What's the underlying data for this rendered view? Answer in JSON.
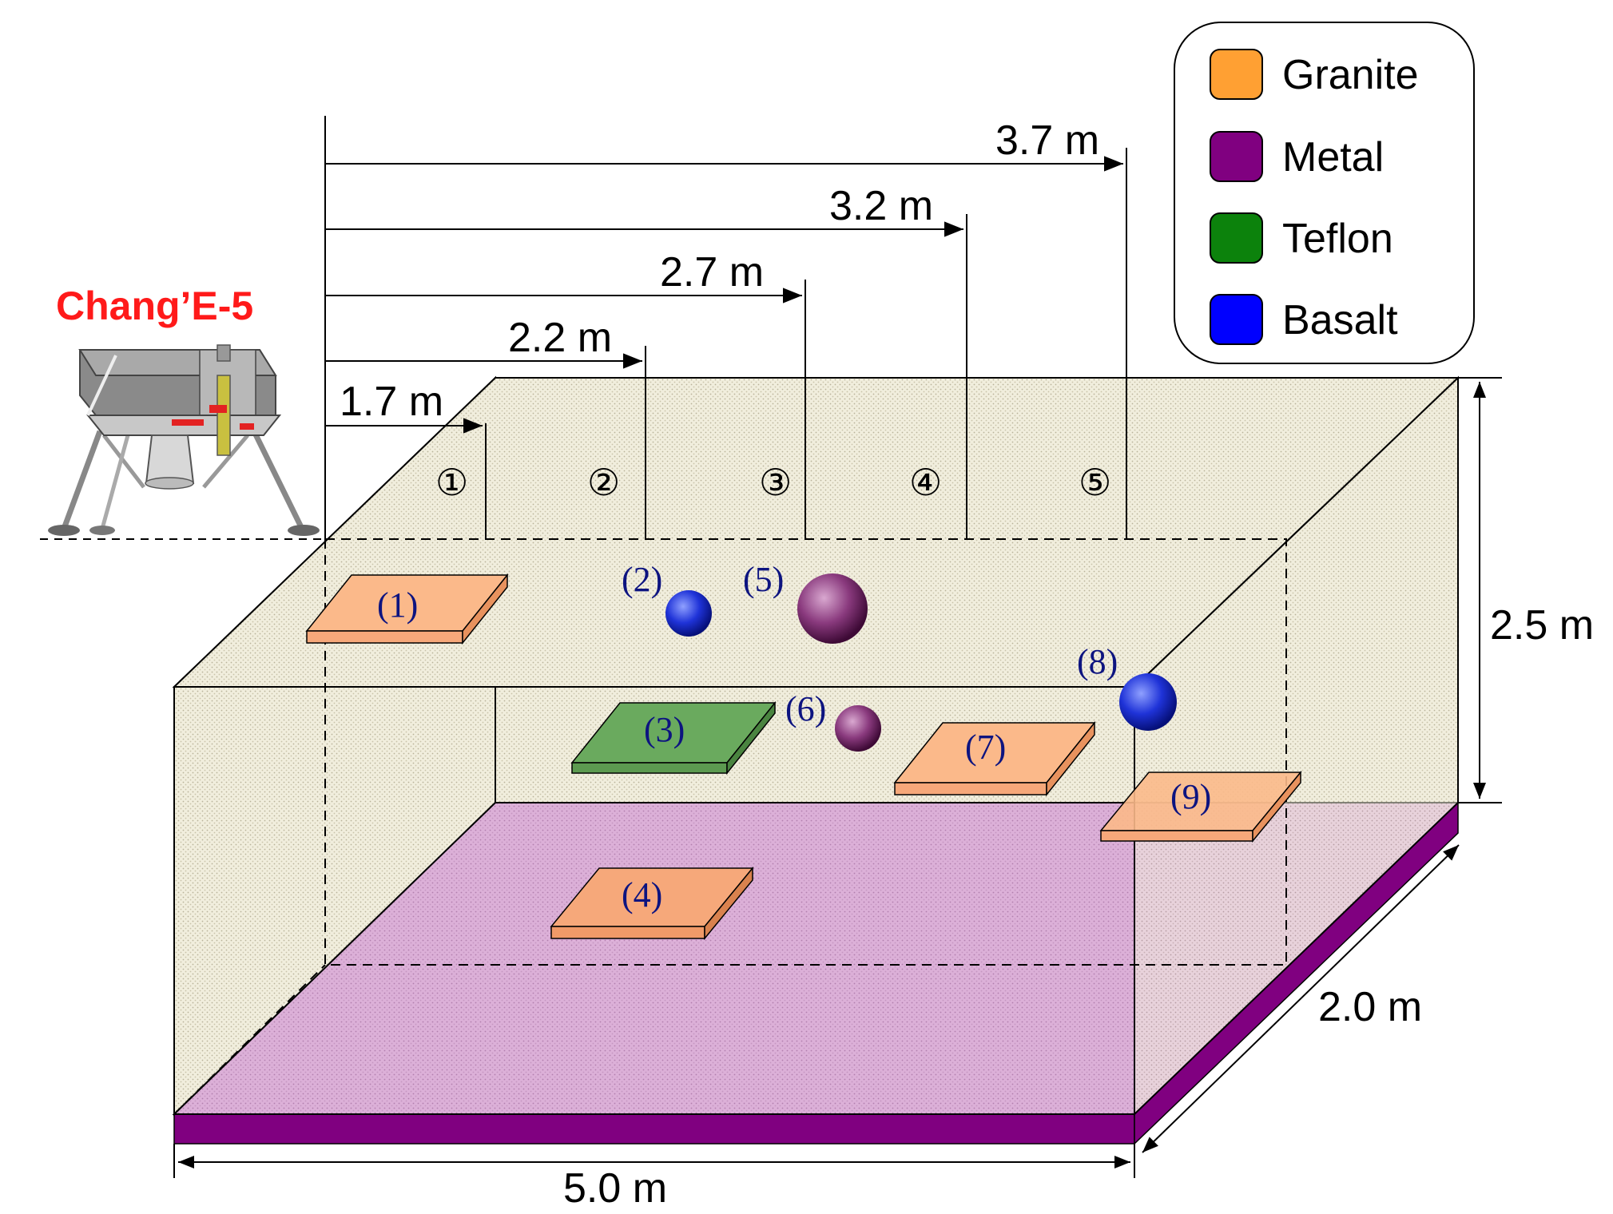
{
  "title": "Chang’E-5",
  "dimensions": {
    "length": "5.0 m",
    "width": "2.0 m",
    "height": "2.5 m"
  },
  "distances": [
    {
      "label": "1.7 m",
      "position": "①"
    },
    {
      "label": "2.2 m",
      "position": "②"
    },
    {
      "label": "2.7 m",
      "position": "③"
    },
    {
      "label": "3.2 m",
      "position": "④"
    },
    {
      "label": "3.7 m",
      "position": "⑤"
    }
  ],
  "legend": [
    {
      "label": "Granite",
      "color": "#ffa033"
    },
    {
      "label": "Metal",
      "color": "#800080"
    },
    {
      "label": "Teflon",
      "color": "#0c820c"
    },
    {
      "label": "Basalt",
      "color": "#0000ff"
    }
  ],
  "objects": [
    {
      "label": "(1)",
      "material": "Granite",
      "shape": "slab"
    },
    {
      "label": "(2)",
      "material": "Basalt",
      "shape": "sphere"
    },
    {
      "label": "(3)",
      "material": "Teflon",
      "shape": "slab"
    },
    {
      "label": "(4)",
      "material": "Granite",
      "shape": "slab"
    },
    {
      "label": "(5)",
      "material": "Metal",
      "shape": "sphere"
    },
    {
      "label": "(6)",
      "material": "Metal",
      "shape": "sphere"
    },
    {
      "label": "(7)",
      "material": "Granite",
      "shape": "slab"
    },
    {
      "label": "(8)",
      "material": "Basalt",
      "shape": "sphere"
    },
    {
      "label": "(9)",
      "material": "Granite",
      "shape": "slab"
    }
  ],
  "colors": {
    "box_fill": "#f1eedd",
    "floor_fill": "#dcb0d8",
    "floor_edge": "#800080",
    "granite_fill": "#f6a87a",
    "granite_top": "#fbb98a",
    "teflon_fill": "#6aaa5e",
    "metal_sphere": "#7a2a6e",
    "basalt_sphere": "#1a2ecc"
  }
}
